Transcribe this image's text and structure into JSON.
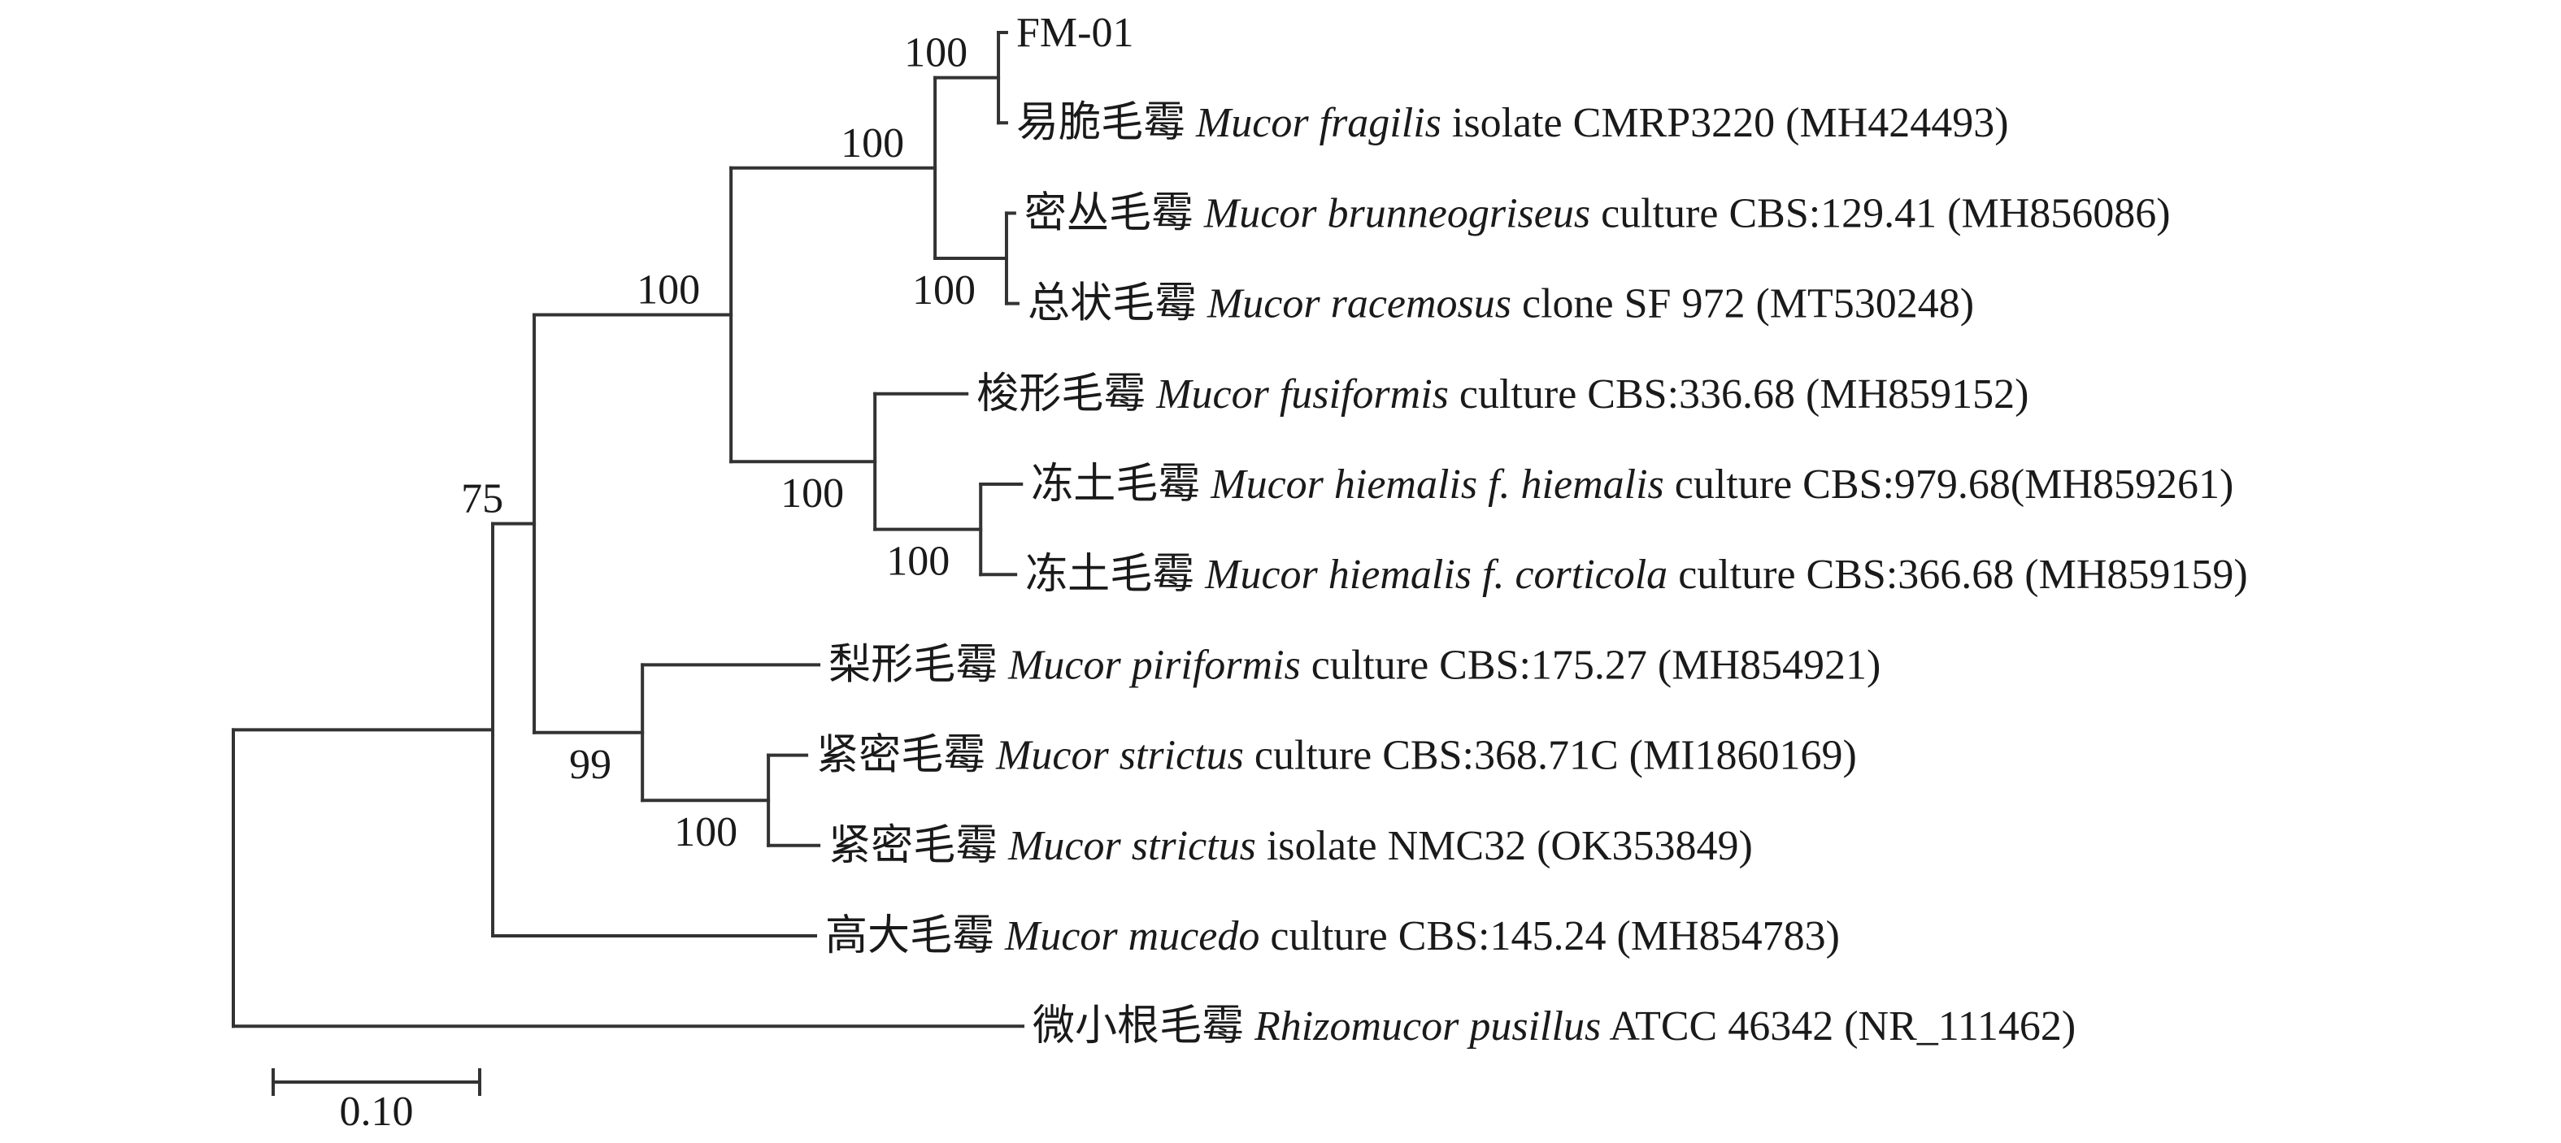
{
  "figure": {
    "type": "phylogenetic-tree",
    "line_color": "#333333",
    "text_color": "#1a1a1a",
    "scale_bar": {
      "value": 0.1,
      "label": "0.10"
    }
  },
  "tree": {
    "id": "root",
    "children": [
      {
        "id": "n75",
        "length": 0.1256,
        "children": [
          {
            "id": "nC",
            "length": 0.0201,
            "support": "75",
            "support_pos": "above",
            "children": [
              {
                "id": "nA",
                "length": 0.0953,
                "support": "100",
                "support_pos": "above",
                "children": [
                  {
                    "id": "nB",
                    "length": 0.0988,
                    "support": "100",
                    "support_pos": "above",
                    "children": [
                      {
                        "id": "nFM",
                        "length": 0.0307,
                        "support": "100",
                        "support_pos": "above",
                        "children": [
                          {
                            "id": "t1",
                            "length": 0.0039,
                            "label": {
                              "cn": "",
                              "sp": "",
                              "rest": "FM-01"
                            }
                          },
                          {
                            "id": "t2",
                            "length": 0.0039,
                            "label": {
                              "cn": "易脆毛霉",
                              "sp": "Mucor fragilis",
                              "rest": "isolate CMRP3220 (MH424493)"
                            }
                          }
                        ]
                      },
                      {
                        "id": "nBR",
                        "length": 0.0346,
                        "support": "100",
                        "support_pos": "below",
                        "children": [
                          {
                            "id": "t3",
                            "length": 0.0039,
                            "label": {
                              "cn": "密丛毛霉",
                              "sp": "Mucor brunneogriseus",
                              "rest": "culture CBS:129.41 (MH856086)"
                            }
                          },
                          {
                            "id": "t4",
                            "length": 0.0055,
                            "label": {
                              "cn": "总状毛霉",
                              "sp": "Mucor racemosus",
                              "rest": "clone SF 972 (MT530248)"
                            }
                          }
                        ]
                      }
                    ]
                  },
                  {
                    "id": "nF",
                    "length": 0.0697,
                    "support": "100",
                    "support_pos": "below",
                    "children": [
                      {
                        "id": "t5",
                        "length": 0.0445,
                        "label": {
                          "cn": "梭形毛霉",
                          "sp": "Mucor fusiformis",
                          "rest": "culture CBS:336.68 (MH859152)"
                        }
                      },
                      {
                        "id": "nH",
                        "length": 0.0512,
                        "support": "100",
                        "support_pos": "below",
                        "children": [
                          {
                            "id": "t6",
                            "length": 0.0197,
                            "label": {
                              "cn": "冻土毛霉",
                              "sp": "Mucor hiemalis f. hiemalis",
                              "rest": "culture CBS:979.68(MH859261)"
                            }
                          },
                          {
                            "id": "t7",
                            "length": 0.0169,
                            "label": {
                              "cn": "冻土毛霉",
                              "sp": "Mucor hiemalis f. corticola",
                              "rest": "culture CBS:366.68 (MH859159)"
                            }
                          }
                        ]
                      }
                    ]
                  }
                ]
              },
              {
                "id": "n99",
                "length": 0.0524,
                "support": "99",
                "support_pos": "below",
                "children": [
                  {
                    "id": "t8",
                    "length": 0.0854,
                    "label": {
                      "cn": "梨形毛霉",
                      "sp": "Mucor piriformis",
                      "rest": "culture CBS:175.27 (MH854921)"
                    }
                  },
                  {
                    "id": "nS",
                    "length": 0.061,
                    "support": "100",
                    "support_pos": "below",
                    "children": [
                      {
                        "id": "t9",
                        "length": 0.0185,
                        "label": {
                          "cn": "紧密毛霉",
                          "sp": "Mucor strictus",
                          "rest": "culture CBS:368.71C (MI1860169)"
                        }
                      },
                      {
                        "id": "t10",
                        "length": 0.0244,
                        "label": {
                          "cn": "紧密毛霉",
                          "sp": "Mucor strictus",
                          "rest": "isolate NMC32 (OK353849)"
                        }
                      }
                    ]
                  }
                ]
              }
            ]
          },
          {
            "id": "t11",
            "length": 0.1563,
            "label": {
              "cn": "高大毛霉",
              "sp": "Mucor mucedo",
              "rest": "culture CBS:145.24 (MH854783)"
            }
          }
        ]
      },
      {
        "id": "t12",
        "length": 0.3823,
        "label": {
          "cn": "微小根毛霉",
          "sp": "Rhizomucor pusillus",
          "rest": "ATCC 46342 (NR_111462)"
        }
      }
    ]
  }
}
